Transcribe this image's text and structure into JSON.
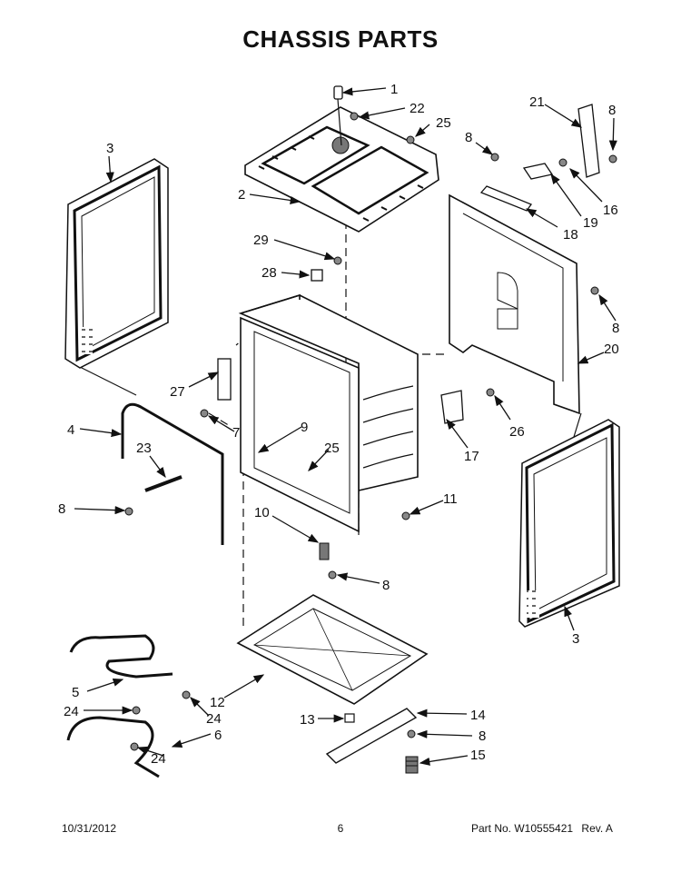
{
  "page_title": "CHASSIS PARTS",
  "callouts": [
    {
      "id": "c1",
      "text": "1"
    },
    {
      "id": "c22",
      "text": "22"
    },
    {
      "id": "c25a",
      "text": "25"
    },
    {
      "id": "c21",
      "text": "21"
    },
    {
      "id": "c8a",
      "text": "8"
    },
    {
      "id": "c3a",
      "text": "3"
    },
    {
      "id": "c8b",
      "text": "8"
    },
    {
      "id": "c16",
      "text": "16"
    },
    {
      "id": "c2",
      "text": "2"
    },
    {
      "id": "c19",
      "text": "19"
    },
    {
      "id": "c18",
      "text": "18"
    },
    {
      "id": "c29",
      "text": "29"
    },
    {
      "id": "c28",
      "text": "28"
    },
    {
      "id": "c8c",
      "text": "8"
    },
    {
      "id": "c20",
      "text": "20"
    },
    {
      "id": "c27",
      "text": "27"
    },
    {
      "id": "c26",
      "text": "26"
    },
    {
      "id": "c4",
      "text": "4"
    },
    {
      "id": "c9",
      "text": "9"
    },
    {
      "id": "c7",
      "text": "7"
    },
    {
      "id": "c17",
      "text": "17"
    },
    {
      "id": "c23",
      "text": "23"
    },
    {
      "id": "c25b",
      "text": "25"
    },
    {
      "id": "c11",
      "text": "11"
    },
    {
      "id": "c8d",
      "text": "8"
    },
    {
      "id": "c10",
      "text": "10"
    },
    {
      "id": "c8e",
      "text": "8"
    },
    {
      "id": "c3b",
      "text": "3"
    },
    {
      "id": "c5",
      "text": "5"
    },
    {
      "id": "c12",
      "text": "12"
    },
    {
      "id": "c24a",
      "text": "24"
    },
    {
      "id": "c24b",
      "text": "24"
    },
    {
      "id": "c6",
      "text": "6"
    },
    {
      "id": "c13",
      "text": "13"
    },
    {
      "id": "c14",
      "text": "14"
    },
    {
      "id": "c8f",
      "text": "8"
    },
    {
      "id": "c24c",
      "text": "24"
    },
    {
      "id": "c15",
      "text": "15"
    }
  ],
  "footer": {
    "date": "10/31/2012",
    "page_number": "6",
    "part_no": "Part No. W10555421",
    "rev": "Rev. A"
  }
}
